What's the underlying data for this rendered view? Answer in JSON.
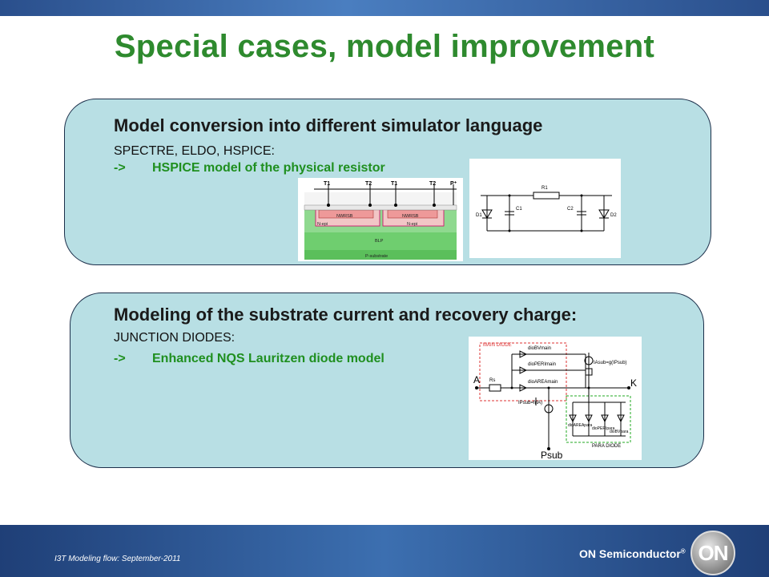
{
  "slide": {
    "title": "Special cases, model improvement",
    "footer_note": "I3T Modeling flow: September-2011",
    "brand": "ON Semiconductor",
    "brand_mark": "®",
    "logo_text": "ON"
  },
  "panel1": {
    "title": "Model conversion into different simulator language",
    "subtitle": "SPECTRE, ELDO, HSPICE:",
    "bullet_arrow": "->",
    "bullet_text": "HSPICE model of the physical resistor",
    "cross_section_labels": [
      "T1",
      "T2",
      "T1",
      "T2",
      "P⁺",
      "NWRSB",
      "NWRSB",
      "N-epi",
      "N-epi",
      "BLP",
      "P-substrate"
    ],
    "schematic_labels": [
      "R1",
      "C1",
      "C2",
      "D1",
      "D2"
    ]
  },
  "panel2": {
    "title": "Modeling of the substrate current and recovery charge:",
    "subtitle": "JUNCTION DIODES:",
    "bullet_arrow": "->",
    "bullet_text": "Enhanced NQS Lauritzen diode model",
    "schematic_labels": {
      "main_diode": "MAIN DIODE",
      "d1": "dioBVmain",
      "d2": "dioPERImain",
      "d3": "dioAREAmain",
      "isub": "IAsub=g(IPsub)",
      "ipsub": "IPsub=f(IA)",
      "node_a": "A",
      "node_k": "K",
      "rs": "Rs",
      "psub": "Psub",
      "para_diode": "PARA DIODE",
      "p1": "dioAREApara",
      "p2": "dioPERIpara",
      "p3": "dioBVpara"
    }
  }
}
